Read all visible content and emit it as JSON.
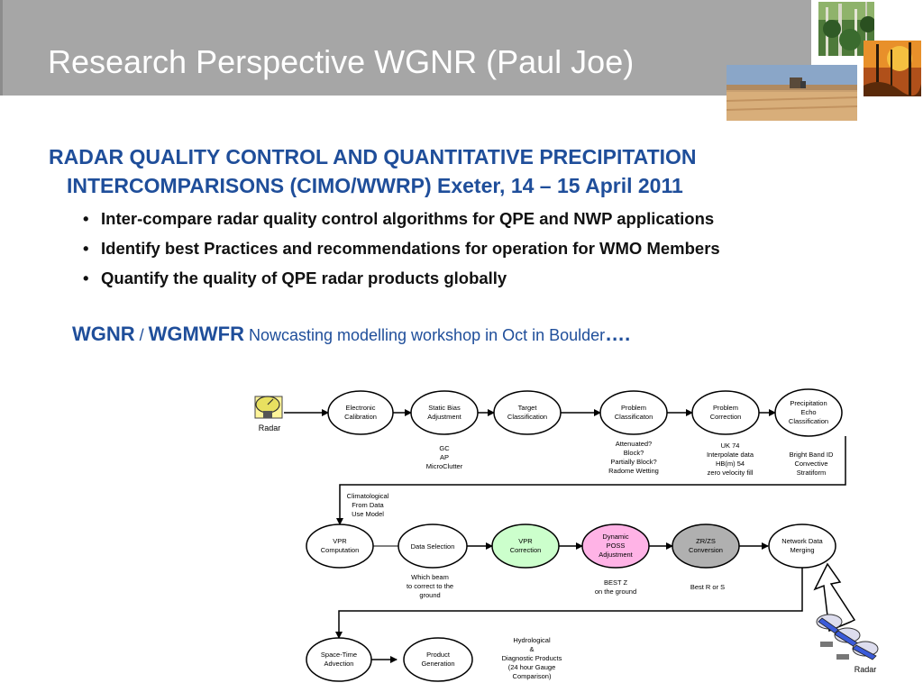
{
  "header": {
    "title": "Research Perspective WGNR (Paul Joe)"
  },
  "heading": {
    "line1": "RADAR QUALITY CONTROL AND QUANTITATIVE PRECIPITATION",
    "line2": "INTERCOMPARISONS (CIMO/WWRP) Exeter, 14 – 15 April 2011"
  },
  "bullets": [
    "Inter-compare radar quality control algorithms for QPE and NWP applications",
    "Identify best Practices and recommendations for operation for WMO Members",
    "Quantify the quality of QPE radar products globally"
  ],
  "wgnr": {
    "part1": "WGNR",
    "sep": " / ",
    "part2": "WGMWFR",
    "rest": " Nowcasting modelling workshop in Oct in Boulder",
    "dots": "…."
  },
  "diagram": {
    "radar_label": "Radar",
    "radar_label_bottom": "Radar",
    "nodes": {
      "electronic_calibration": [
        "Electronic",
        "Calibration"
      ],
      "static_bias": [
        "Static Bias",
        "Adjustment"
      ],
      "target_classification": [
        "Target",
        "Classification"
      ],
      "problem_classification": [
        "Problem",
        "Classificaton"
      ],
      "problem_correction": [
        "Problem",
        "Correction"
      ],
      "precip_echo": [
        "Precipitation",
        "Echo",
        "Classification"
      ],
      "vpr_computation": [
        "VPR",
        "Computation"
      ],
      "data_selection": [
        "Data Selection"
      ],
      "vpr_correction": [
        "VPR",
        "Correction"
      ],
      "dynamic_poss": [
        "Dynamic",
        "POSS",
        "Adjustment"
      ],
      "zr_zs": [
        "ZR/ZS",
        "Conversion"
      ],
      "network_merging": [
        "Network Data",
        "Merging"
      ],
      "space_time": [
        "Space-Time",
        "Advection"
      ],
      "product_generation": [
        "Product",
        "Generation"
      ]
    },
    "notes": {
      "static_bias": [
        "GC",
        "AP",
        "MicroClutter"
      ],
      "problem_classification": [
        "Attenuated?",
        "Block?",
        "Partially Block?",
        "Radome Wetting"
      ],
      "problem_correction": [
        "UK 74",
        "Interpolate data",
        "HB(m) 54",
        "zero velocity fill"
      ],
      "precip_echo": [
        "Bright Band ID",
        "Convective",
        "Stratiform"
      ],
      "climatological": [
        "Climatological",
        "From Data",
        "Use Model"
      ],
      "data_selection": [
        "Which beam",
        "to correct to the",
        "ground"
      ],
      "dynamic_poss": [
        "BEST Z",
        "on the ground"
      ],
      "zr_zs": [
        "Best R or S"
      ],
      "hydrological": [
        "Hydrological",
        "&",
        "Diagnostic Products",
        "(24 hour Gauge",
        "Comparison)"
      ]
    },
    "colors": {
      "vpr_correction": "#ccffcc",
      "dynamic_poss": "#ffb3e6",
      "zr_zs": "#b0b0b0",
      "default_node": "#ffffff"
    }
  },
  "colors": {
    "title_bar": "#a6a6a6",
    "heading": "#1f4e9a"
  }
}
